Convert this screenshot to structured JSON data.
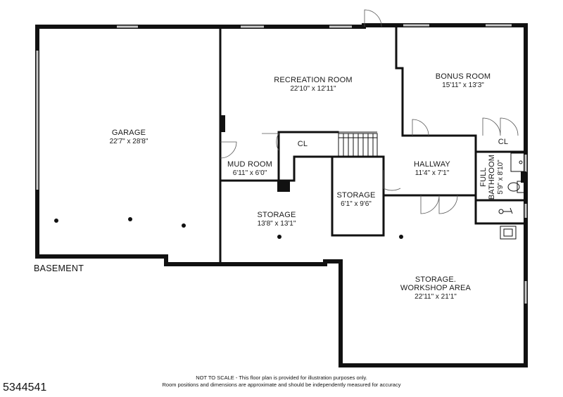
{
  "level_label": "BASEMENT",
  "listing_id": "5344541",
  "disclaimer": {
    "line1": "NOT TO SCALE - This floor plan is provided for illustration purposes only.",
    "line2": "Room positions and dimensions are approximate and should be independently measured for accuracy"
  },
  "rooms": {
    "garage": {
      "name": "GARAGE",
      "dims": "22'7\" x 28'8\""
    },
    "recreation": {
      "name": "RECREATION ROOM",
      "dims": "22'10\" x 12'11\""
    },
    "bonus": {
      "name": "BONUS ROOM",
      "dims": "15'11\" x 13'3\""
    },
    "mudroom": {
      "name": "MUD ROOM",
      "dims": "6'11\" x 6'0\""
    },
    "cl1": {
      "name": "CL"
    },
    "cl2": {
      "name": "CL"
    },
    "hallway": {
      "name": "HALLWAY",
      "dims": "11'4\" x 7'1\""
    },
    "bath": {
      "name_line1": "FULL",
      "name_line2": "BATHROOM",
      "dims": "5'9\" x 8'10\""
    },
    "storage_small": {
      "name": "STORAGE",
      "dims": "6'1\" x 9'6\""
    },
    "storage_main": {
      "name": "STORAGE",
      "dims": "13'8\" x 13'1\""
    },
    "workshop": {
      "name_line1": "STORAGE.",
      "name_line2": "WORKSHOP AREA",
      "dims": "22'11\" x 21'1\""
    }
  }
}
